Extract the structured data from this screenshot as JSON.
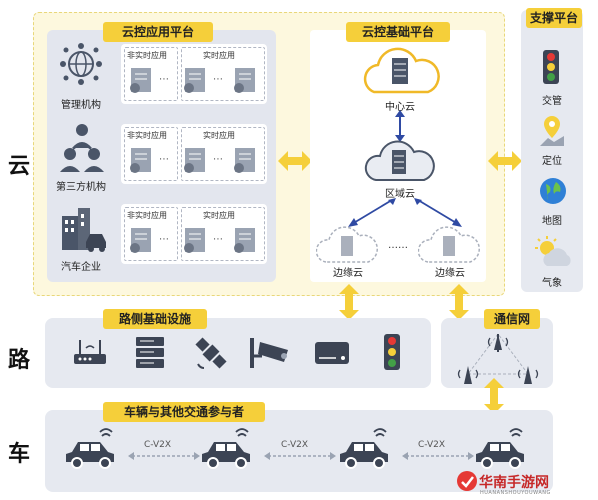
{
  "side_labels": [
    "云",
    "路",
    "车"
  ],
  "cloud_app_platform": {
    "title": "云控应用平台",
    "orgs": [
      "管理机构",
      "第三方机构",
      "汽车企业"
    ],
    "rows": [
      {
        "left": "非实时应用",
        "right": "实时应用"
      },
      {
        "left": "非实时应用",
        "right": "实时应用"
      },
      {
        "left": "非实时应用",
        "right": "实时应用"
      }
    ]
  },
  "cloud_base_platform": {
    "title": "云控基础平台",
    "center_cloud": "中心云",
    "region_cloud": "区域云",
    "edge_clouds": [
      "边缘云",
      "边缘云"
    ],
    "edge_dots": "……"
  },
  "support_platform": {
    "title": "支撑平台",
    "items": [
      "交管",
      "定位",
      "地图",
      "气象"
    ]
  },
  "road": {
    "title": "路侧基础设施",
    "icons": [
      "router-icon",
      "server-icon",
      "satellite-icon",
      "camera-icon",
      "storage-icon",
      "traffic-light-icon"
    ]
  },
  "comm": {
    "title": "通信网"
  },
  "vehicles": {
    "title": "车辆与其他交通参与者",
    "links": [
      "C-V2X",
      "C-V2X",
      "C-V2X"
    ]
  },
  "watermark": {
    "name": "华南手游网",
    "sub": "HUANANSHOUYOUWANG"
  },
  "colors": {
    "accent_yellow": "#f5cf3a",
    "dark_gray": "#4a5568",
    "panel": "#e6e9f0",
    "cloud_fill": "#fdf8de"
  }
}
